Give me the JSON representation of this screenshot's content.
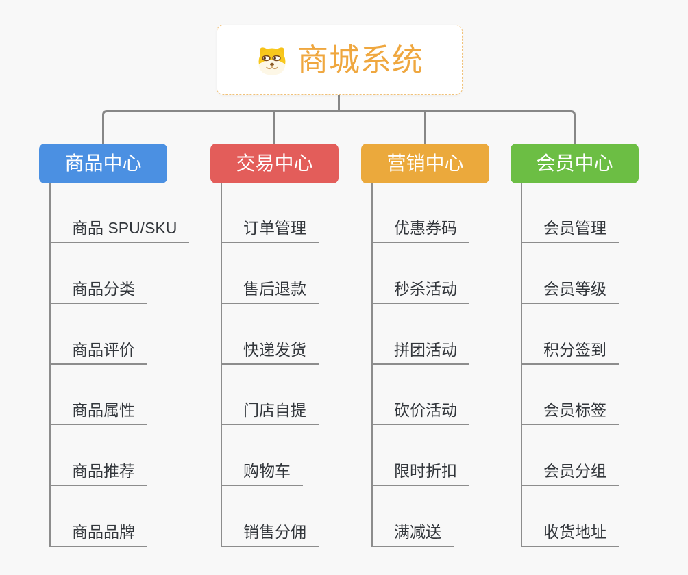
{
  "root": {
    "title": "商城系统",
    "icon": "doge-icon"
  },
  "branches": [
    {
      "label": "商品中心",
      "color": "#4b90e2",
      "items": [
        "商品 SPU/SKU",
        "商品分类",
        "商品评价",
        "商品属性",
        "商品推荐",
        "商品品牌"
      ]
    },
    {
      "label": "交易中心",
      "color": "#e35d5a",
      "items": [
        "订单管理",
        "售后退款",
        "快递发货",
        "门店自提",
        "购物车",
        "销售分佣"
      ]
    },
    {
      "label": "营销中心",
      "color": "#eba93c",
      "items": [
        "优惠券码",
        "秒杀活动",
        "拼团活动",
        "砍价活动",
        "限时折扣",
        "满减送"
      ]
    },
    {
      "label": "会员中心",
      "color": "#6cbe44",
      "items": [
        "会员管理",
        "会员等级",
        "积分签到",
        "会员标签",
        "会员分组",
        "收货地址"
      ]
    }
  ],
  "colors": {
    "background": "#f8f8f8",
    "root_border": "#f1c27a",
    "root_text": "#efa73f",
    "connector_line": "#878787",
    "leaf_underline": "#8d8d8d",
    "leaf_text": "#33373c"
  }
}
